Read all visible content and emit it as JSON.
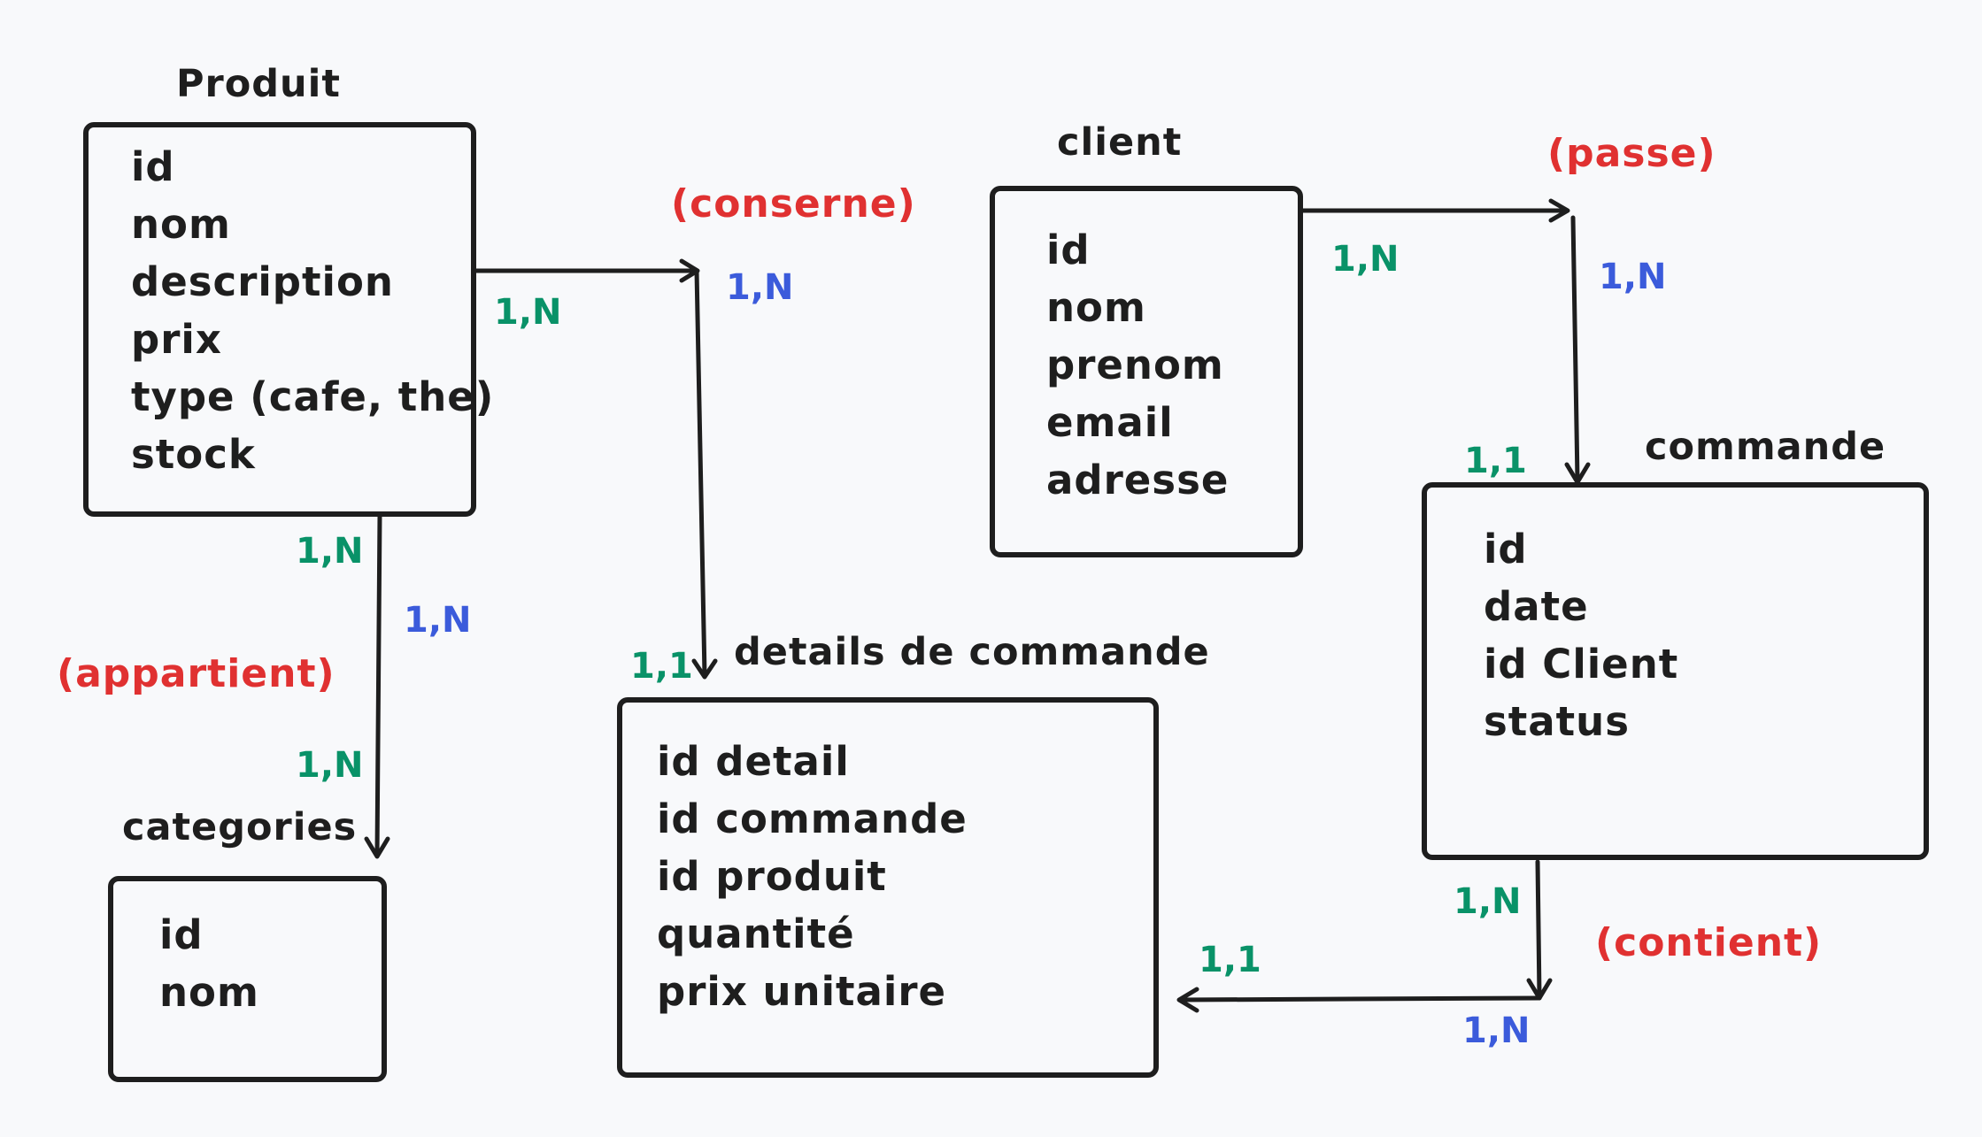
{
  "colors": {
    "ink": "#1e1e1e",
    "relationship": "#e03131",
    "card_green": "#099268",
    "card_blue": "#3b5bdb",
    "background": "#f8f9fb"
  },
  "entities": {
    "produit": {
      "title": "Produit",
      "fields": [
        "id",
        "nom",
        "description",
        "prix",
        "type (cafe, the)",
        "stock"
      ]
    },
    "client": {
      "title": "client",
      "fields": [
        "id",
        "nom",
        "prenom",
        "email",
        "adresse"
      ]
    },
    "commande": {
      "title": "commande",
      "fields": [
        "id",
        "date",
        "id Client",
        "status"
      ]
    },
    "categories": {
      "title": "categories",
      "fields": [
        "id",
        "nom"
      ]
    },
    "details": {
      "title": "details de commande",
      "fields": [
        "id detail",
        "id commande",
        "id produit",
        "quantité",
        "prix unitaire"
      ]
    }
  },
  "relationships": {
    "conserne": "(conserne)",
    "passe": "(passe)",
    "appartient": "(appartient)",
    "contient": "(contient)"
  },
  "cardinalities": {
    "produit_conserne": "1,N",
    "conserne_blue": "1,N",
    "details_conserne": "1,1",
    "client_passe": "1,N",
    "passe_blue": "1,N",
    "commande_passe": "1,1",
    "produit_appartient": "1,N",
    "appartient_blue": "1,N",
    "categories_appartient": "1,N",
    "commande_contient": "1,N",
    "contient_blue": "1,N",
    "details_contient": "1,1"
  }
}
